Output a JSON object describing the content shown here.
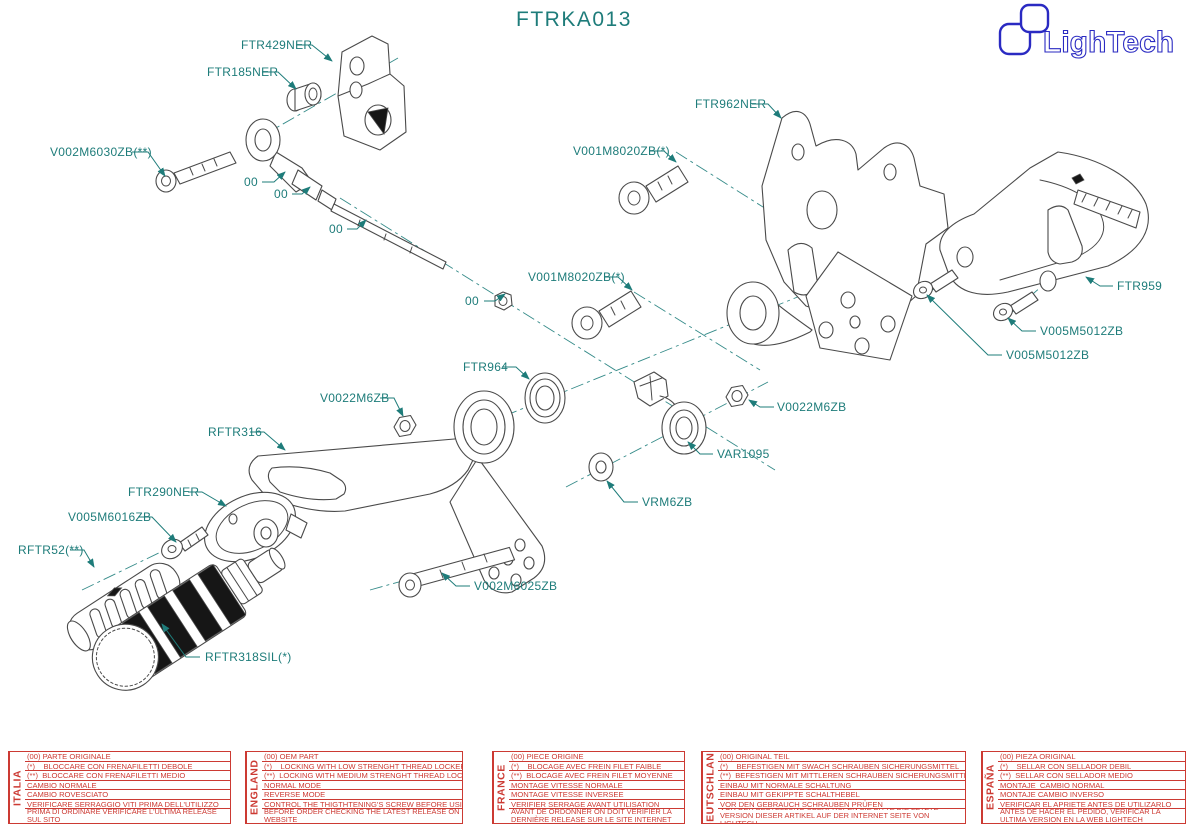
{
  "title": "FTRKA013",
  "logo": {
    "brand": "LighTech"
  },
  "colors": {
    "label_teal": "#1e7c7a",
    "table_red": "#cc3a33",
    "logo_blue": "#2a2ac2",
    "line_gray": "#4a4a4a"
  },
  "labels": [
    {
      "text": "FTR429NER"
    },
    {
      "text": "FTR185NER"
    },
    {
      "text": "V002M6030ZB(**)"
    },
    {
      "text": "FTR962NER"
    },
    {
      "text": "V001M8020ZB(*)"
    },
    {
      "text": "V001M8020ZB(*)"
    },
    {
      "text": "FTR959"
    },
    {
      "text": "V005M5012ZB"
    },
    {
      "text": "V005M5012ZB"
    },
    {
      "text": "FTR964"
    },
    {
      "text": "V0022M6ZB"
    },
    {
      "text": "V0022M6ZB"
    },
    {
      "text": "VAR1095"
    },
    {
      "text": "VRM6ZB"
    },
    {
      "text": "RFTR316"
    },
    {
      "text": "FTR290NER"
    },
    {
      "text": "V005M6016ZB"
    },
    {
      "text": "RFTR52(**)"
    },
    {
      "text": "V002M6025ZB"
    },
    {
      "text": "RFTR318SIL(*)"
    },
    {
      "text": "00"
    },
    {
      "text": "00"
    },
    {
      "text": "00"
    },
    {
      "text": "00"
    }
  ],
  "tables": [
    {
      "language": "ITALIA",
      "rows": [
        "(00) PARTE ORIGINALE",
        "(*)    BLOCCARE CON FRENAFILETTI DEBOLE",
        "(**)  BLOCCARE CON FRENAFILETTI MEDIO",
        "CAMBIO NORMALE",
        "CAMBIO ROVESCIATO",
        "VERIFICARE SERRAGGIO VITI PRIMA DELL'UTILIZZO",
        "PRIMA DI ORDINARE VERIFICARE L'ULTIMA RELEASE SUL SITO"
      ]
    },
    {
      "language": "ENGLAND",
      "rows": [
        "(00) OEM PART",
        "(*)    LOCKING WITH LOW STRENGHT THREAD LOCKER",
        "(**)  LOCKING WITH MEDIUM STRENGHT THREAD LOCKER",
        "NORMAL MODE",
        "REVERSE MODE",
        "CONTROL THE THIGTHTENING'S SCREW BEFORE USING",
        "BEFORE ORDER CHECKING THE LATEST RELEASE ON WEBSITE"
      ]
    },
    {
      "language": "FRANCE",
      "rows": [
        "(00) PIECE ORIGINE",
        "(*)    BLOCAGE AVEC FREIN FILET FAIBLE",
        "(**)  BLOCAGE AVEC FREIN FILET MOYENNE",
        "MONTAGE VITESSE NORMALE",
        "MONTAGE VITESSE INVERSEE",
        "VERIFIER SERRAGE AVANT UTILISATION",
        "AVANT DE ORDONNER ON DOIT VÉRIFIER LA DERNIÈRE RELEASE SUR LE SITE INTERNET"
      ]
    },
    {
      "language": "DEUTSCHLAND",
      "rows": [
        "(00) ORIGINAL TEIL",
        "(*)    BEFESTIGEN MIT SWACH SCHRAUBEN SICHERUNGSMITTEL",
        "(**)  BEFESTIGEN MIT MITTLEREN SCHRAUBEN SICHERUNGSMITTEL",
        "EINBAU MIT NORMALE SCHALTUNG",
        "EINBAU MIT GEKIPPTE SCHALTHEBEL",
        "VOR DEN GEBRAUCH SCHRAUBEN PRÜFEN",
        "VOR DER BESTELLUNG ÜBERPRÜFEN SIE BITTE DIE LETZTE VERSION DIESER ARTIKEL AUF DER INTERNET SEITE VON LIGHTECH"
      ]
    },
    {
      "language": "ESPAÑA",
      "rows": [
        "(00) PIEZA ORIGINAL",
        "(*)    SELLAR CON SELLADOR DEBIL",
        "(**)  SELLAR CON SELLADOR MEDIO",
        "MONTAJE  CAMBIO NORMAL",
        "MONTAJE CAMBIO INVERSO",
        "VERIFICAR EL APRIETE ANTES DE UTILIZARLO",
        "ANTES DE HACER EL PEDIDO, VERIFICAR LA ULTIMA VERSION EN LA WEB LIGHTECH"
      ]
    }
  ]
}
